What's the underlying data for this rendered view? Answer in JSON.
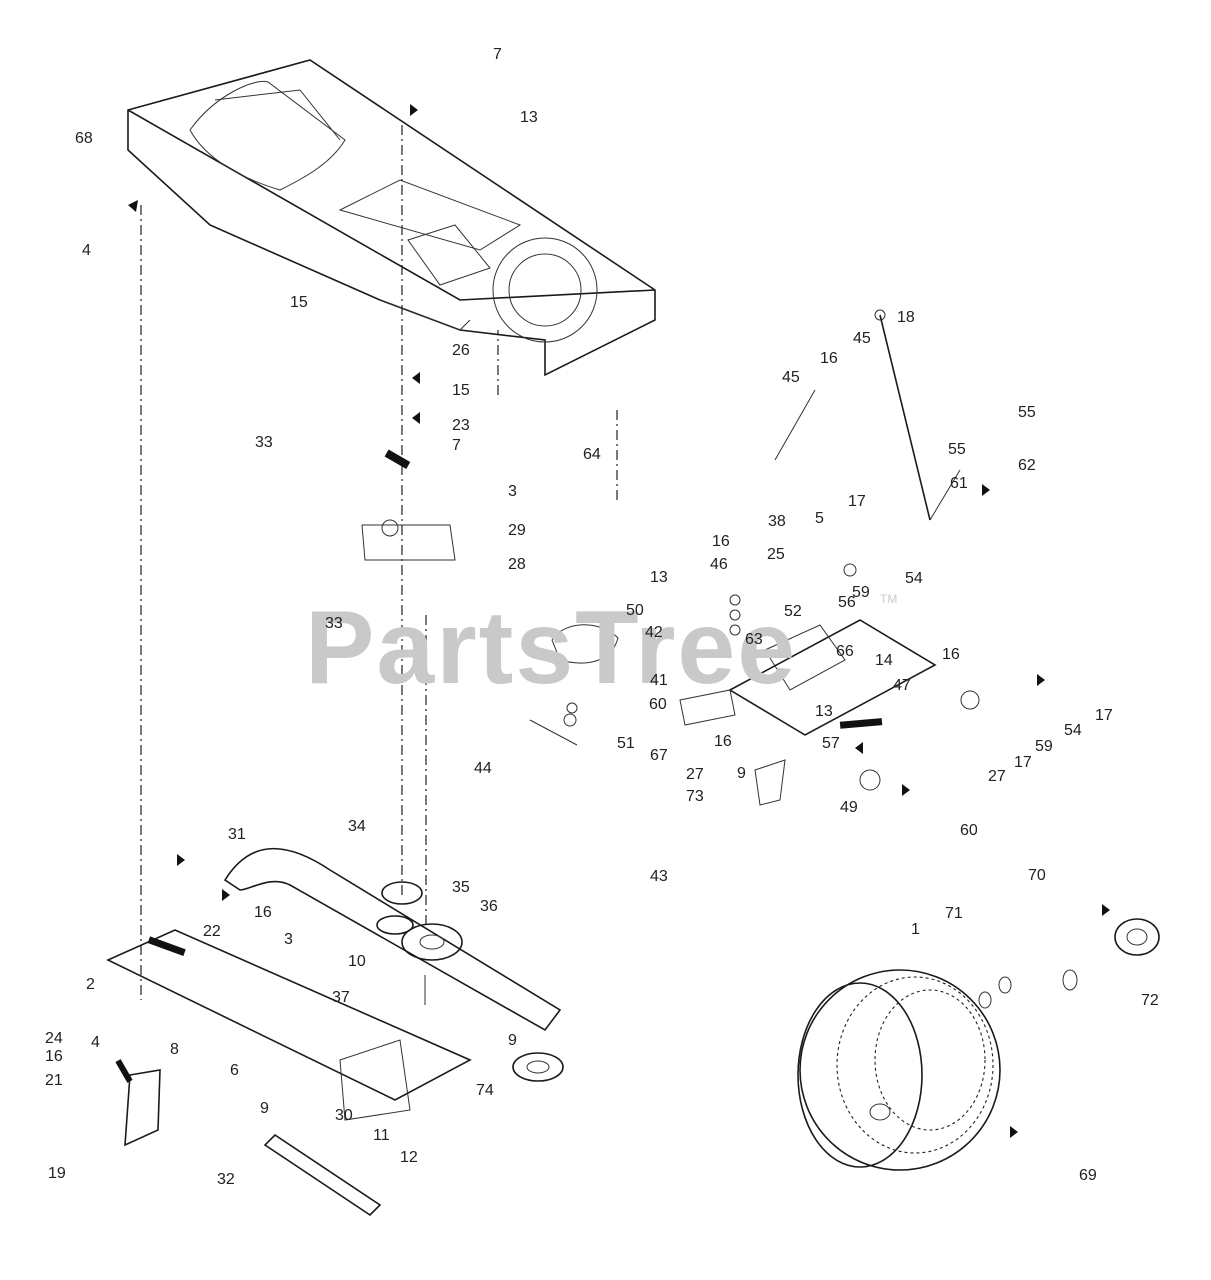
{
  "watermark": {
    "brand": "PartsTree",
    "trademark": "TM"
  },
  "callouts": [
    "7",
    "13",
    "68",
    "4",
    "15",
    "26",
    "15",
    "33",
    "23",
    "7",
    "64",
    "3",
    "29",
    "28",
    "33",
    "18",
    "45",
    "16",
    "45",
    "55",
    "55",
    "62",
    "61",
    "17",
    "38",
    "5",
    "16",
    "25",
    "46",
    "13",
    "54",
    "59",
    "50",
    "42",
    "52",
    "56",
    "63",
    "66",
    "16",
    "14",
    "41",
    "47",
    "60",
    "13",
    "51",
    "67",
    "16",
    "57",
    "9",
    "27",
    "17",
    "59",
    "54",
    "17",
    "27",
    "44",
    "73",
    "49",
    "60",
    "31",
    "34",
    "43",
    "70",
    "35",
    "36",
    "16",
    "22",
    "71",
    "1",
    "3",
    "10",
    "2",
    "37",
    "72",
    "24",
    "4",
    "16",
    "8",
    "6",
    "21",
    "9",
    "74",
    "9",
    "30",
    "11",
    "12",
    "19",
    "32",
    "69"
  ]
}
